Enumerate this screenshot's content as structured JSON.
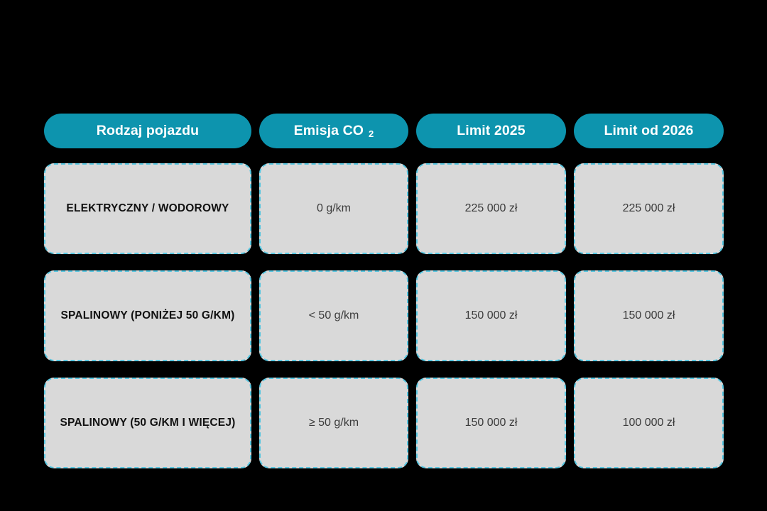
{
  "table": {
    "headers": [
      {
        "label": "Rodzaj pojazdu",
        "subscript": ""
      },
      {
        "label": "Emisja CO",
        "subscript": "2"
      },
      {
        "label": "Limit 2025",
        "subscript": ""
      },
      {
        "label": "Limit od 2026",
        "subscript": ""
      }
    ],
    "rows": [
      {
        "vehicle_type": "ELEKTRYCZNY / WODOROWY",
        "emission": "0 g/km",
        "limit_2025": "225 000 zł",
        "limit_2026": "225 000 zł"
      },
      {
        "vehicle_type": "SPALINOWY (PONIŻEJ 50 G/KM)",
        "emission": "< 50 g/km",
        "limit_2025": "150 000 zł",
        "limit_2026": "150 000 zł"
      },
      {
        "vehicle_type": "SPALINOWY (50 G/KM I WIĘCEJ)",
        "emission": "≥ 50 g/km",
        "limit_2025": "150 000 zł",
        "limit_2026": "100 000 zł"
      }
    ]
  },
  "colors": {
    "header_pill": "#0d94ae",
    "header_text": "#ffffff",
    "cell_fill": "#d9d9d9",
    "cell_border": "#57c6e0",
    "label_text": "#111111",
    "value_text": "#3b3b3b",
    "background": "#000000"
  }
}
